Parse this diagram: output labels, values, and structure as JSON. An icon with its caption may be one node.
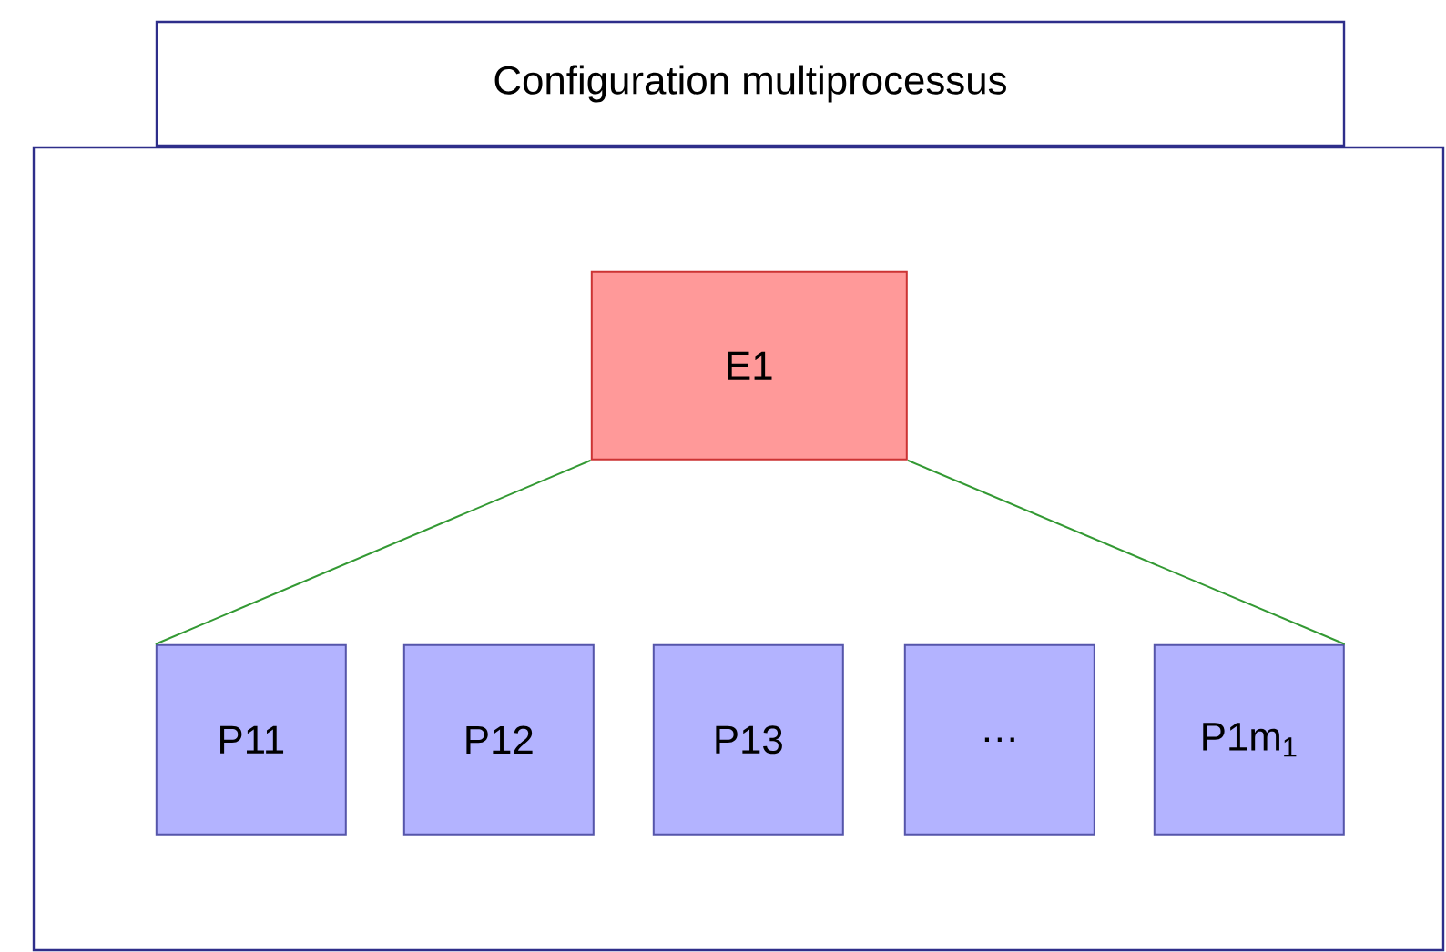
{
  "diagram": {
    "nodes": [
      {
        "text": [
          "Configuration multiprocessus"
        ]
      },
      {
        "text": [
          "E1"
        ],
        "in": 0
      },
      {
        "text": [
          "P11"
        ],
        "in": 0
      },
      {
        "text": [
          "P12"
        ],
        "in": 0
      },
      {
        "text": [
          "P13"
        ],
        "in": 0
      },
      {
        "text": [
          "…"
        ],
        "in": 0
      },
      {
        "text": [
          "P1m$_{1}$"
        ],
        "in": 0
      }
    ],
    "edges": [
      {
        "from": 1,
        "to": 2,
        "arrow": "none"
      },
      {
        "from": 1,
        "to": 6,
        "arrow": "none"
      }
    ]
  }
}
